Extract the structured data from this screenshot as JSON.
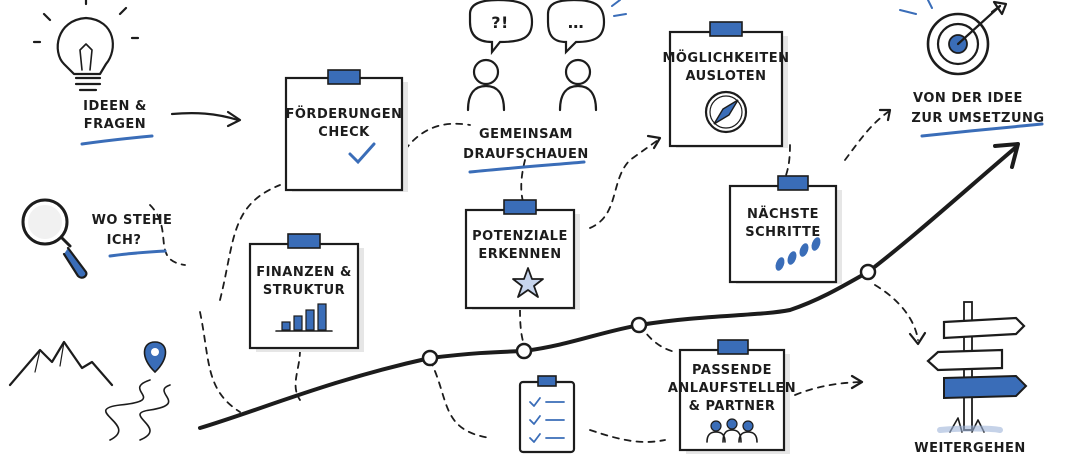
{
  "labels": {
    "ideen_1": "IDEEN &",
    "ideen_2": "FRAGEN",
    "wo_1": "WO STEHE",
    "wo_2": "ICH?",
    "foerder_1": "FÖRDERUNGEN",
    "foerder_2": "CHECK",
    "finanzen_1": "FINANZEN &",
    "finanzen_2": "STRUKTUR",
    "gemeinsam_1": "GEMEINSAM",
    "gemeinsam_2": "DRAUFSCHAUEN",
    "potenziale_1": "POTENZIALE",
    "potenziale_2": "ERKENNEN",
    "moeglich_1": "MÖGLICHKEITEN",
    "moeglich_2": "AUSLOTEN",
    "naechste_1": "NÄCHSTE",
    "naechste_2": "SCHRITTE",
    "passende_1": "PASSENDE",
    "passende_2": "ANLAUFSTELLEN",
    "passende_3": "& PARTNER",
    "umsetzung_1": "VON DER IDEE",
    "umsetzung_2": "ZUR UMSETZUNG",
    "weiter": "WEITERGEHEN",
    "bubble_left": "?!",
    "bubble_right": "…"
  },
  "colors": {
    "accent": "#3a6db8",
    "ink": "#1c1c1c"
  },
  "icons": [
    "lightbulb-icon",
    "magnifier-icon",
    "mountains-icon",
    "location-pin-icon",
    "checkmark-icon",
    "bar-chart-icon",
    "star-icon",
    "compass-icon",
    "footsteps-icon",
    "people-icon",
    "clipboard-icon",
    "target-icon",
    "signpost-icon",
    "person-icon",
    "speech-bubble-icon"
  ]
}
